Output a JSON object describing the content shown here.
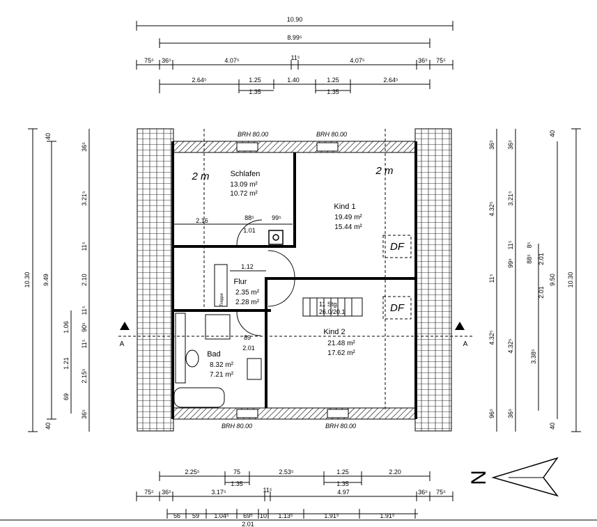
{
  "rooms": {
    "schlafen": {
      "name": "Schlafen",
      "area1": "13.09 m²",
      "area2": "10.72 m²"
    },
    "kind1": {
      "name": "Kind 1",
      "area1": "19.49 m²",
      "area2": "15.44 m²"
    },
    "flur": {
      "name": "Flur",
      "area1": "2.35 m²",
      "area2": "2.28 m²"
    },
    "kind2": {
      "name": "Kind 2",
      "area1": "21.48 m²",
      "area2": "17.62 m²"
    },
    "bad": {
      "name": "Bad",
      "area1": "8.32 m²",
      "area2": "7.21 m²"
    }
  },
  "labels": {
    "two_m_left": "2 m",
    "two_m_right": "2 m",
    "df1": "DF",
    "df2": "DF",
    "brh_top_left": "BRH 80.00",
    "brh_top_right": "BRH 80.00",
    "brh_bottom_left": "BRH 80.00",
    "brh_bottom_right": "BRH 80.00",
    "section_left": "A",
    "section_right": "A",
    "treppe": "Treppe",
    "stair_label1": "11 Stg.",
    "stair_label2": "26.0/20.1",
    "north": "N"
  },
  "dims": {
    "top": {
      "overall": "10.90",
      "inner": "8.99⁵",
      "row3": [
        "75⁵",
        "36⁵",
        "4.07⁵",
        "11⁵",
        "4.07⁵",
        "36⁵",
        "75⁵"
      ],
      "row4": [
        "2.64⁵",
        "1.25",
        "1.40",
        "1.25",
        "2.64⁵"
      ],
      "row4b": [
        "1.35",
        "1.35"
      ]
    },
    "interior": {
      "schlafen_w": "2.16",
      "door1": "88⁵",
      "door2": "99⁵",
      "schlafen_door": "1.01",
      "flur_w": "1.12",
      "bad_door": "89",
      "bad_w": "2.01"
    },
    "left": {
      "overall": "10.30",
      "inner": "9.49",
      "col3": [
        "40",
        "36⁵",
        "3.21⁵",
        "11⁵",
        "2.10",
        "11⁵",
        "1.06",
        "90⁵",
        "11⁵",
        "1.21",
        "2.15⁵",
        "69",
        "36⁵",
        "40"
      ]
    },
    "right": {
      "overall": "10.30",
      "inner": "9.50",
      "col1": [
        "40",
        "36⁵",
        "3.21⁵",
        "11⁵",
        "99⁵",
        "88⁵",
        "8⁵",
        "2.01",
        "2.01",
        "4.32⁵",
        "3.38⁵",
        "36⁵",
        "40"
      ],
      "col2": [
        "36⁵",
        "4.32⁵",
        "11⁵",
        "4.32⁵",
        "96⁵"
      ]
    },
    "bottom": {
      "row1": [
        "2.25⁵",
        "75",
        "2.53⁵",
        "1.25",
        "2.20"
      ],
      "row1b": [
        "1.35",
        "1.35"
      ],
      "row2": [
        "75⁵",
        "36⁵",
        "3.17⁵",
        "11⁵",
        "4.97",
        "36⁵",
        "75⁵"
      ],
      "row3": [
        "56",
        "59",
        "1.04⁵",
        "69⁵",
        "10",
        "1.13⁵",
        "1.91⁵",
        "1.91⁵"
      ],
      "row3b": "2.01"
    }
  }
}
